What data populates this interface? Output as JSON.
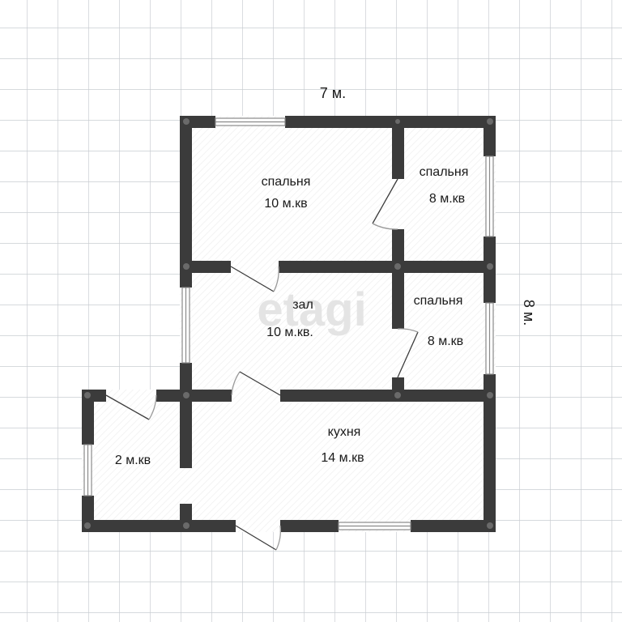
{
  "dimensions": {
    "width_label": "7 м.",
    "height_label": "8 м."
  },
  "watermark": "etagi",
  "rooms": [
    {
      "name": "спальня",
      "area": "10 м.кв"
    },
    {
      "name": "спальня",
      "area": "8 м.кв"
    },
    {
      "name": "зал",
      "area": "10 м.кв."
    },
    {
      "name": "спальня",
      "area": "8 м.кв"
    },
    {
      "name": "кухня",
      "area": "14 м.кв"
    },
    {
      "name": "",
      "area": "2 м.кв"
    }
  ],
  "colors": {
    "grid": "#c9cdd2",
    "wall": "#3b3b3b",
    "floor": "#ffffff",
    "watermark": "#e4e4e4"
  }
}
